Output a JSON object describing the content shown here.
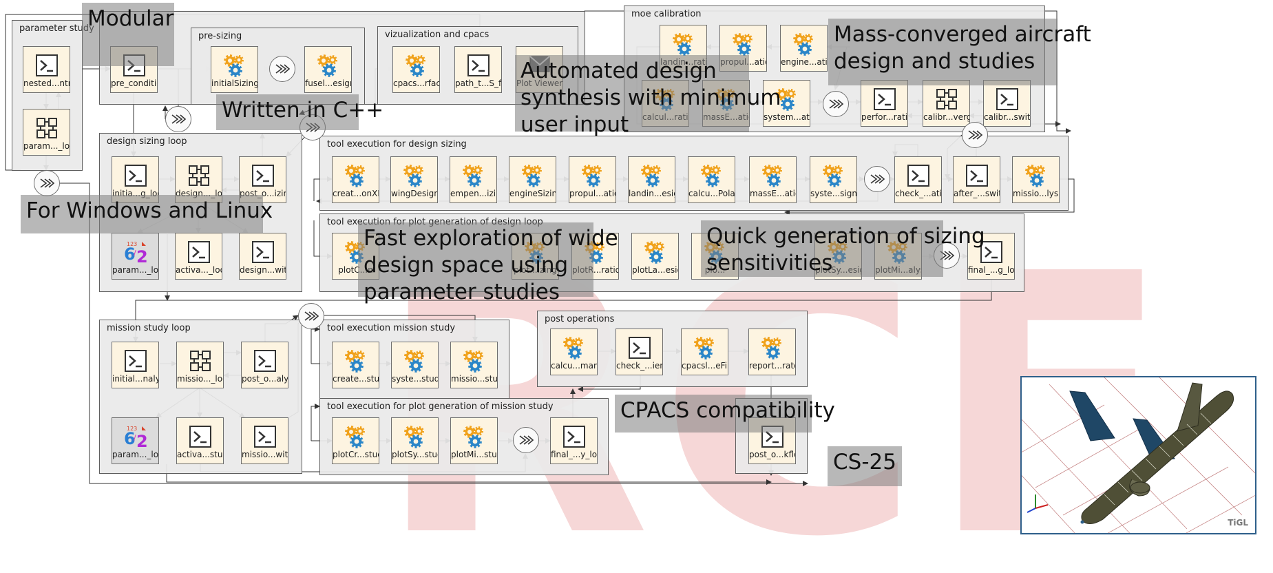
{
  "watermark": "RCE",
  "groups": [
    {
      "id": "parameter-study",
      "title": "parameter study"
    },
    {
      "id": "outer-top",
      "title": ""
    },
    {
      "id": "pre-sizing",
      "title": "pre-sizing"
    },
    {
      "id": "vizualization",
      "title": "vizualization and cpacs"
    },
    {
      "id": "moe-calibration",
      "title": "moe calibration"
    },
    {
      "id": "design-sizing-loop",
      "title": "design sizing loop"
    },
    {
      "id": "tool-exec-design-sizing",
      "title": "tool execution for design sizing"
    },
    {
      "id": "tool-exec-plot-design",
      "title": "tool execution for plot generation of design loop"
    },
    {
      "id": "mission-study-loop",
      "title": "mission study loop"
    },
    {
      "id": "tool-exec-mission",
      "title": "tool execution mission study"
    },
    {
      "id": "tool-exec-plot-mission",
      "title": "tool execution for plot generation of mission study"
    },
    {
      "id": "post-operations",
      "title": "post operations"
    },
    {
      "id": "post-workflow-group",
      "title": ""
    }
  ],
  "nodes": [
    {
      "id": "nested-control",
      "type": "script",
      "label": "nested...ntrol"
    },
    {
      "id": "param-loop-1",
      "type": "loop",
      "label": "param..._loop"
    },
    {
      "id": "pre-condition",
      "type": "script",
      "label": "pre_condition"
    },
    {
      "id": "initial-sizing",
      "type": "tool",
      "label": "initialSizing"
    },
    {
      "id": "fusel-esign",
      "type": "tool",
      "label": "fusel...esign"
    },
    {
      "id": "cpacs-rface",
      "type": "tool",
      "label": "cpacs...rface"
    },
    {
      "id": "path-s-file",
      "type": "script",
      "label": "path_t...S_file"
    },
    {
      "id": "plot-viewer",
      "type": "viewer",
      "label": "Plot Viewer"
    },
    {
      "id": "landin-ration",
      "type": "tool",
      "label": "landin...ration"
    },
    {
      "id": "propul-ation-moe",
      "type": "tool",
      "label": "propul...ation"
    },
    {
      "id": "engine-ation",
      "type": "tool",
      "label": "engine...ation"
    },
    {
      "id": "calcul-ration",
      "type": "tool",
      "label": "calcul...ration"
    },
    {
      "id": "masse-ation",
      "type": "tool",
      "label": "massE...ation"
    },
    {
      "id": "system-ation",
      "type": "tool",
      "label": "system...ation"
    },
    {
      "id": "perfor-ration",
      "type": "script",
      "label": "perfor...ration"
    },
    {
      "id": "calibr-verger",
      "type": "loop",
      "label": "calibr...verger"
    },
    {
      "id": "calibr-switch",
      "type": "script",
      "label": "calibr...switch"
    },
    {
      "id": "initia-g-loop",
      "type": "script",
      "label": "initia...g_loop"
    },
    {
      "id": "design-loop",
      "type": "loop",
      "label": "design..._loop"
    },
    {
      "id": "post-o-izing",
      "type": "script",
      "label": "post_o...izing"
    },
    {
      "id": "param-loop-2",
      "type": "param",
      "label": "param..._loop"
    },
    {
      "id": "activa-loop",
      "type": "script",
      "label": "activa..._loop"
    },
    {
      "id": "design-witch",
      "type": "script",
      "label": "design...witch"
    },
    {
      "id": "creat-onxml",
      "type": "tool",
      "label": "creat...onXML"
    },
    {
      "id": "wingdesign",
      "type": "tool",
      "label": "wingDesign"
    },
    {
      "id": "empen-izing",
      "type": "tool",
      "label": "empen...izing"
    },
    {
      "id": "enginesizing",
      "type": "tool",
      "label": "engineSizing"
    },
    {
      "id": "propul-ation",
      "type": "tool",
      "label": "propul...ation"
    },
    {
      "id": "landin-esign",
      "type": "tool",
      "label": "landin...esign"
    },
    {
      "id": "calcu-polar",
      "type": "tool",
      "label": "calcu...Polar"
    },
    {
      "id": "masse-ation-2",
      "type": "tool",
      "label": "massE...ation"
    },
    {
      "id": "syste-sign",
      "type": "tool",
      "label": "syste...sign"
    },
    {
      "id": "check-ation",
      "type": "script",
      "label": "check_...ation"
    },
    {
      "id": "after-switch",
      "type": "script",
      "label": "after_...switch"
    },
    {
      "id": "missio-lysis",
      "type": "tool",
      "label": "missio...lysis"
    },
    {
      "id": "plotc-n",
      "type": "tool",
      "label": "plotC...n"
    },
    {
      "id": "plot-izing",
      "type": "tool",
      "label": "plot...izing"
    },
    {
      "id": "plotr-ration",
      "type": "tool",
      "label": "plotR...ration"
    },
    {
      "id": "plotla-esign",
      "type": "tool",
      "label": "plotLa...esign"
    },
    {
      "id": "plo-hidden",
      "type": "tool",
      "label": "plo..."
    },
    {
      "id": "plotsy-esign",
      "type": "tool",
      "label": "plotSy...esign"
    },
    {
      "id": "plotmi-alysis",
      "type": "tool",
      "label": "plotMi...alysis"
    },
    {
      "id": "final-g-loop",
      "type": "script",
      "label": "final_...g_loop"
    },
    {
      "id": "initial-nalysis",
      "type": "script",
      "label": "initial...nalysis"
    },
    {
      "id": "missio-loop",
      "type": "loop",
      "label": "missio..._loop"
    },
    {
      "id": "post-o-alysis",
      "type": "script",
      "label": "post_o...alysis"
    },
    {
      "id": "param-loop-3",
      "type": "param",
      "label": "param..._loop"
    },
    {
      "id": "activa-study",
      "type": "script",
      "label": "activa...study"
    },
    {
      "id": "missio-witch",
      "type": "script",
      "label": "missio...witch"
    },
    {
      "id": "create-study",
      "type": "tool",
      "label": "create...study"
    },
    {
      "id": "syste-study",
      "type": "tool",
      "label": "syste...study"
    },
    {
      "id": "missio-study",
      "type": "tool",
      "label": "missio...study"
    },
    {
      "id": "plotcr-study",
      "type": "tool",
      "label": "plotCr...study"
    },
    {
      "id": "plotsy-study",
      "type": "tool",
      "label": "plotSy...study"
    },
    {
      "id": "plotmi-study",
      "type": "tool",
      "label": "plotMi...study"
    },
    {
      "id": "final-y-loop",
      "type": "script",
      "label": "final_...y_loop"
    },
    {
      "id": "calcu-mance",
      "type": "tool",
      "label": "calcu...mance"
    },
    {
      "id": "check-ients",
      "type": "script",
      "label": "check_...ients"
    },
    {
      "id": "cpacsl-efinal",
      "type": "tool",
      "label": "cpacsl...eFinal"
    },
    {
      "id": "report-rator",
      "type": "tool",
      "label": "report...rator"
    },
    {
      "id": "post-o-kflow",
      "type": "script",
      "label": "post_o...kflow"
    }
  ],
  "overlays": [
    {
      "id": "modular",
      "text": "Modular"
    },
    {
      "id": "written-in-cpp",
      "text": "Written in C++"
    },
    {
      "id": "automated-design",
      "text": "Automated design\nsynthesis with minimum\nuser input"
    },
    {
      "id": "mass-converged",
      "text": "Mass-converged aircraft\ndesign and studies"
    },
    {
      "id": "windows-linux",
      "text": "For Windows and Linux"
    },
    {
      "id": "fast-exploration",
      "text": "Fast exploration of wide\ndesign space using\nparameter studies"
    },
    {
      "id": "quick-generation",
      "text": "Quick generation of sizing\nsensitivities"
    },
    {
      "id": "cpacs-compat",
      "text": "CPACS compatibility"
    },
    {
      "id": "cs-25",
      "text": "CS-25"
    }
  ],
  "tigl": {
    "logo": "TiGL"
  },
  "colors": {
    "group_bg": "#eaeaea",
    "node_bg": "#fdf4e1",
    "gear_orange": "#f0a21c",
    "gear_blue": "#2a86c8",
    "overlay_bg": "#7d7d7d",
    "watermark": "#f6d7d7",
    "aircraft_body": "#4f4f36",
    "aircraft_tail": "#1f4766",
    "tigl_border": "#2e5f8a"
  }
}
